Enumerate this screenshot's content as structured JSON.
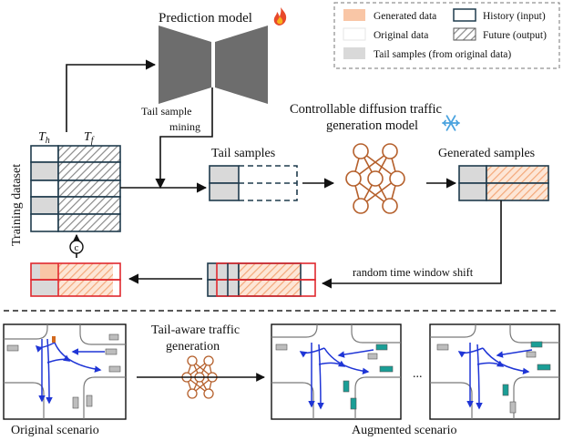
{
  "legend": {
    "generated": "Generated data",
    "original": "Original data",
    "tail": "Tail samples (from original data)",
    "history": "History (input)",
    "future": "Future (output)"
  },
  "labels": {
    "prediction_model": "Prediction model",
    "tail_mining_1": "Tail sample",
    "tail_mining_2": "mining",
    "diffusion_1": "Controllable diffusion traffic",
    "diffusion_2": "generation model",
    "training_dataset": "Training dataset",
    "th": "T",
    "th_sub": "h",
    "tf": "T",
    "tf_sub": "f",
    "tail_samples": "Tail samples",
    "generated_samples": "Generated samples",
    "shift": "random time window shift",
    "concat": "c",
    "tail_aware_1": "Tail-aware traffic",
    "tail_aware_2": "generation",
    "original_scenario": "Original scenario",
    "augmented_scenario": "Augmented scenario",
    "ellipsis": "..."
  },
  "icons": {
    "fire": "fire-icon",
    "snowflake": "snowflake-icon"
  },
  "colors": {
    "generated_fill": "#f9c6a6",
    "tail_fill": "#d9d9d9",
    "history_border": "#1f3b4d",
    "highlight_border": "#e0282e",
    "network": "#b5602c",
    "vehicle_gray": "#bdbdbd",
    "vehicle_teal": "#1a9e96",
    "trajectory": "#1f35d6"
  }
}
